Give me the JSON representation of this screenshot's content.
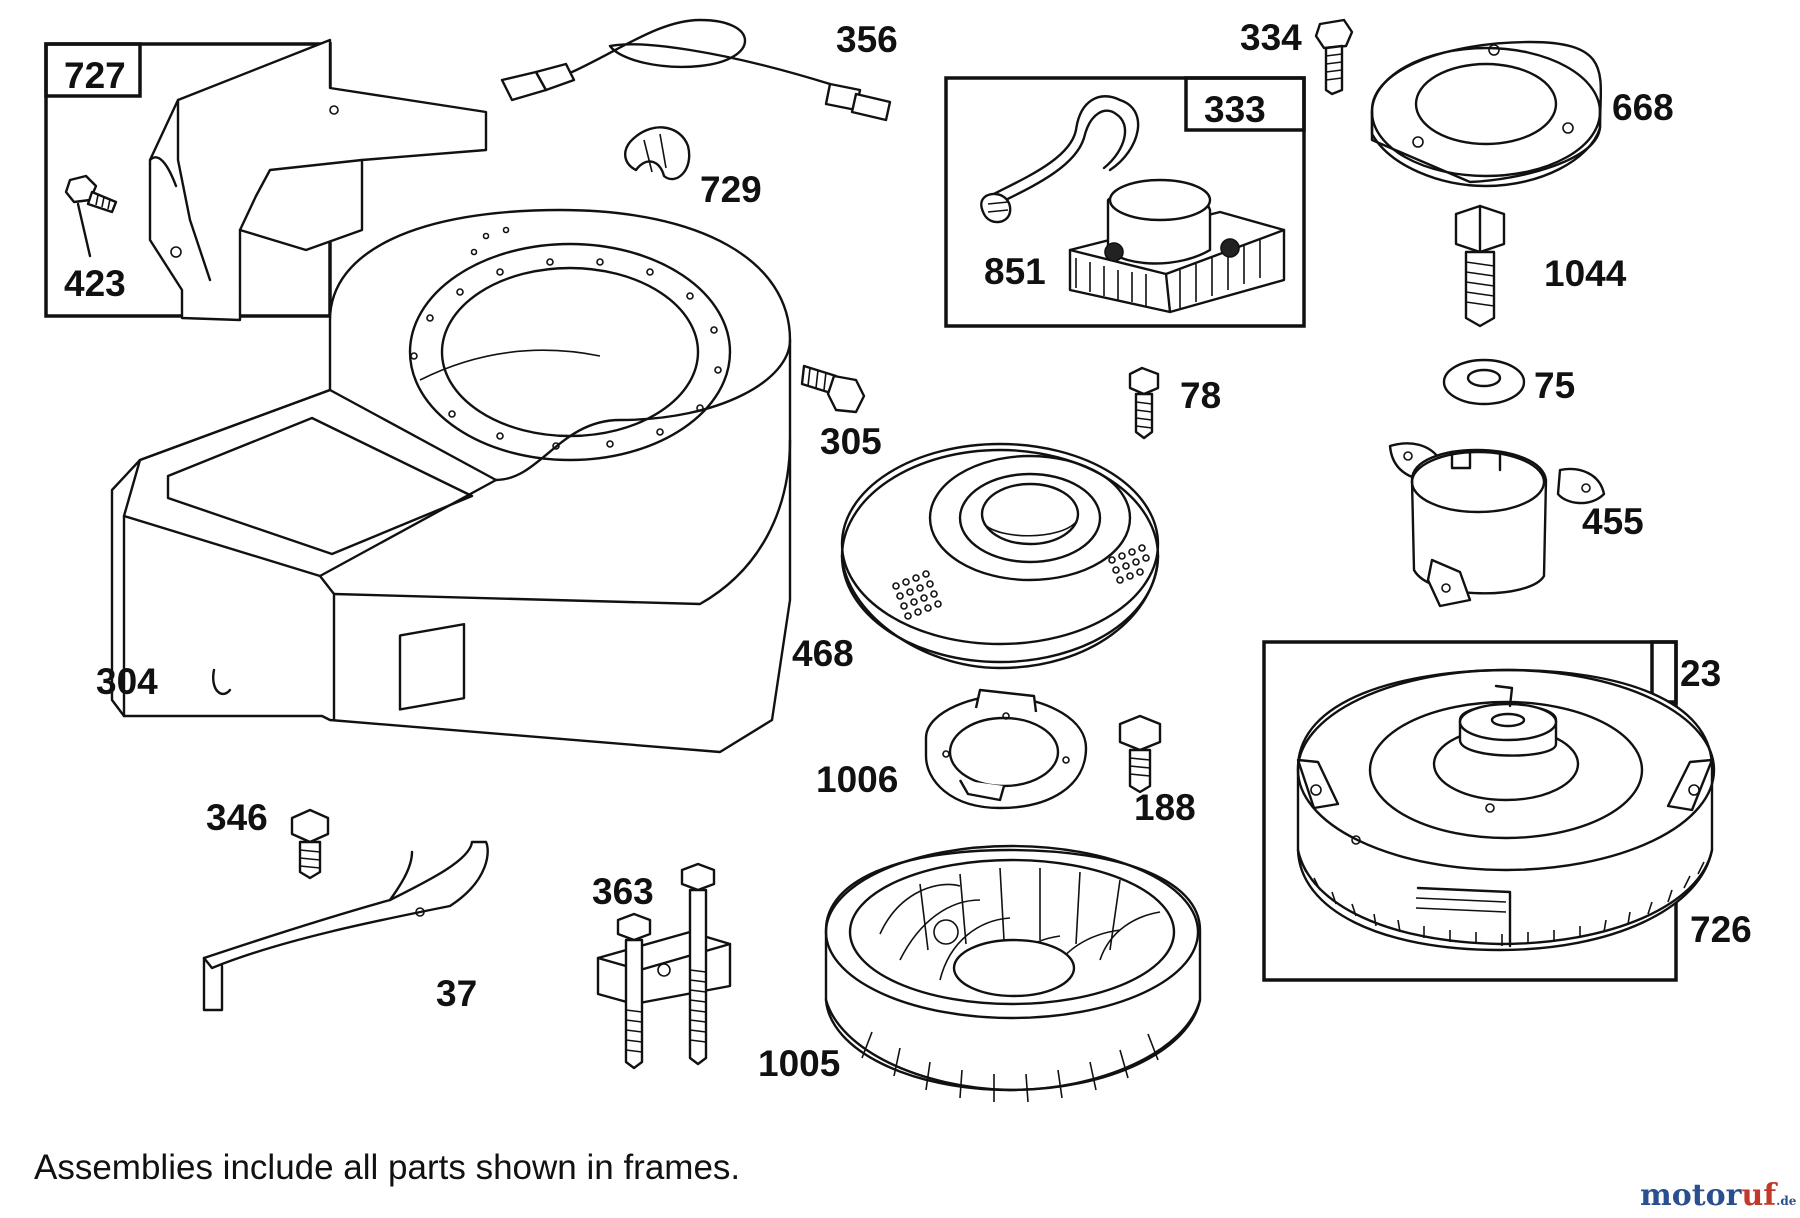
{
  "parts": [
    {
      "id": "727",
      "label": "727",
      "name": "blower-housing-shield",
      "framed": true
    },
    {
      "id": "423",
      "label": "423",
      "name": "screw"
    },
    {
      "id": "356",
      "label": "356",
      "name": "ground-wire"
    },
    {
      "id": "729",
      "label": "729",
      "name": "wire-clip"
    },
    {
      "id": "304",
      "label": "304",
      "name": "blower-housing"
    },
    {
      "id": "305",
      "label": "305",
      "name": "screw"
    },
    {
      "id": "334",
      "label": "334",
      "name": "screw"
    },
    {
      "id": "333",
      "label": "333",
      "name": "armature-magneto",
      "framed": true
    },
    {
      "id": "851",
      "label": "851",
      "name": "spark-plug-terminal"
    },
    {
      "id": "668",
      "label": "668",
      "name": "rewind-starter-cup"
    },
    {
      "id": "1044",
      "label": "1044",
      "name": "flywheel-nut"
    },
    {
      "id": "75",
      "label": "75",
      "name": "washer"
    },
    {
      "id": "78",
      "label": "78",
      "name": "screw"
    },
    {
      "id": "455",
      "label": "455",
      "name": "starter-clutch-retainer"
    },
    {
      "id": "468",
      "label": "468",
      "name": "rotating-screen"
    },
    {
      "id": "23",
      "label": "23",
      "name": "flywheel-assembly",
      "framed": true
    },
    {
      "id": "726",
      "label": "726",
      "name": "ring-gear"
    },
    {
      "id": "1006",
      "label": "1006",
      "name": "screen-retainer"
    },
    {
      "id": "188",
      "label": "188",
      "name": "screw"
    },
    {
      "id": "346",
      "label": "346",
      "name": "screw"
    },
    {
      "id": "37",
      "label": "37",
      "name": "baffle"
    },
    {
      "id": "363",
      "label": "363",
      "name": "bracket-stud-assembly"
    },
    {
      "id": "1005",
      "label": "1005",
      "name": "flywheel-fan"
    }
  ],
  "footer_note": "Assemblies include all parts shown in frames.",
  "watermark": {
    "part_a": "motor",
    "part_b": "uf",
    "part_c": ".de"
  },
  "colors": {
    "line": "#111111",
    "background": "#ffffff",
    "watermark_blue": "#2a4f8f",
    "watermark_red": "#c0392b"
  }
}
